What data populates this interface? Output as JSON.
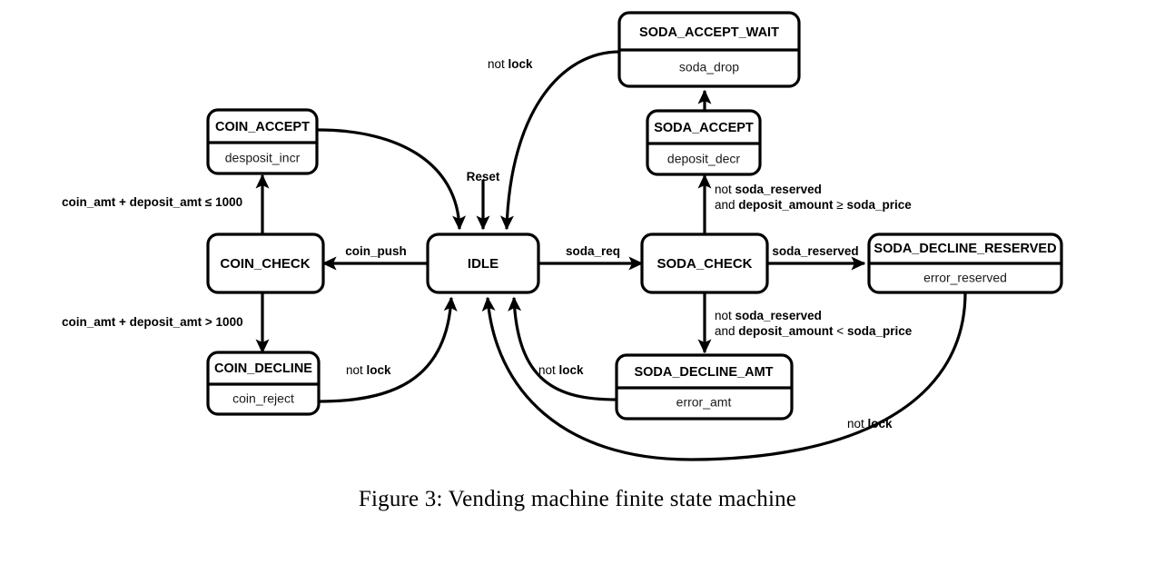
{
  "figure": {
    "caption": "Figure 3:  Vending machine finite state machine",
    "colors": {
      "stroke": "#000000",
      "background": "#ffffff",
      "action_text": "#1a1a1a"
    }
  },
  "diagram": {
    "type": "finite-state-machine",
    "states": [
      {
        "id": "coin_accept",
        "name": "COIN_ACCEPT",
        "action": "desposit_incr"
      },
      {
        "id": "coin_check",
        "name": "COIN_CHECK",
        "action": ""
      },
      {
        "id": "coin_decline",
        "name": "COIN_DECLINE",
        "action": "coin_reject"
      },
      {
        "id": "idle",
        "name": "IDLE",
        "action": ""
      },
      {
        "id": "soda_check",
        "name": "SODA_CHECK",
        "action": ""
      },
      {
        "id": "soda_accept",
        "name": "SODA_ACCEPT",
        "action": "deposit_decr"
      },
      {
        "id": "soda_accept_wait",
        "name": "SODA_ACCEPT_WAIT",
        "action": "soda_drop"
      },
      {
        "id": "soda_decline_amt",
        "name": "SODA_DECLINE_AMT",
        "action": "error_amt"
      },
      {
        "id": "soda_decline_reserved",
        "name": "SODA_DECLINE_RESERVED",
        "action": "error_reserved"
      }
    ],
    "transitions": [
      {
        "id": "t_reset",
        "from": "",
        "to": "idle",
        "label_plain": "Reset"
      },
      {
        "id": "t_coin_push",
        "from": "idle",
        "to": "coin_check",
        "label_plain": "coin_push"
      },
      {
        "id": "t_coin_accept",
        "from": "coin_check",
        "to": "coin_accept",
        "label_plain": "coin_amt + deposit_amt ≤ 1000"
      },
      {
        "id": "t_coin_decline",
        "from": "coin_check",
        "to": "coin_decline",
        "label_plain": "coin_amt + deposit_amt > 1000"
      },
      {
        "id": "t_coin_accept_idle",
        "from": "coin_accept",
        "to": "idle",
        "label_plain": ""
      },
      {
        "id": "t_coin_decline_idle",
        "from": "coin_decline",
        "to": "idle",
        "label_pre": "not ",
        "label_bold": "lock"
      },
      {
        "id": "t_soda_req",
        "from": "idle",
        "to": "soda_check",
        "label_plain": "soda_req"
      },
      {
        "id": "t_soda_accept",
        "from": "soda_check",
        "to": "soda_accept",
        "label_line1_pre": "not ",
        "label_line1_bold": "soda_reserved",
        "label_line2_pre": "and ",
        "label_line2_bold": "deposit_amount",
        "label_line2_mid": " ≥ ",
        "label_line2_bold2": "soda_price"
      },
      {
        "id": "t_soda_wait",
        "from": "soda_accept",
        "to": "soda_accept_wait",
        "label_plain": ""
      },
      {
        "id": "t_wait_idle",
        "from": "soda_accept_wait",
        "to": "idle",
        "label_pre": "not ",
        "label_bold": "lock"
      },
      {
        "id": "t_soda_decline_amt",
        "from": "soda_check",
        "to": "soda_decline_amt",
        "label_line1_pre": "not ",
        "label_line1_bold": "soda_reserved",
        "label_line2_pre": "and ",
        "label_line2_bold": "deposit_amount",
        "label_line2_mid": " < ",
        "label_line2_bold2": "soda_price"
      },
      {
        "id": "t_amt_idle",
        "from": "soda_decline_amt",
        "to": "idle",
        "label_pre": "not ",
        "label_bold": "lock"
      },
      {
        "id": "t_soda_reserved",
        "from": "soda_check",
        "to": "soda_decline_reserved",
        "label_plain": "soda_reserved"
      },
      {
        "id": "t_reserved_idle",
        "from": "soda_decline_reserved",
        "to": "idle",
        "label_pre": "not ",
        "label_bold": "lock"
      }
    ],
    "labels": {
      "reset": "Reset",
      "coin_push": "coin_push",
      "soda_req": "soda_req",
      "soda_reserved": "soda_reserved",
      "coin_le": "coin_amt + deposit_amt ≤ 1000",
      "coin_gt": "coin_amt + deposit_amt > 1000",
      "not_word": "not ",
      "and_word": "and ",
      "lock_word": "lock",
      "soda_reserved_bold": "soda_reserved",
      "deposit_amount_bold": "deposit_amount",
      "soda_price_bold": "soda_price",
      "ge_op": " ≥ ",
      "lt_op": " < "
    }
  }
}
